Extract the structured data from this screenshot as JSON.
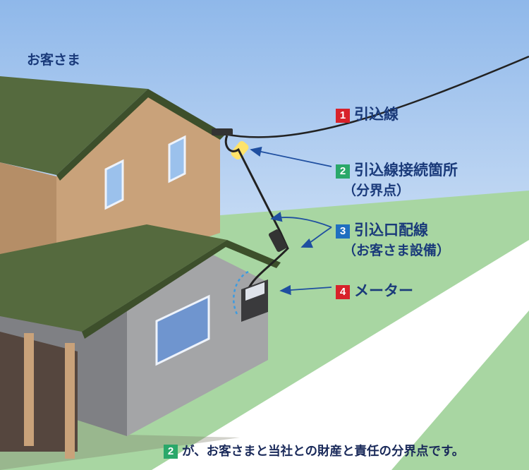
{
  "customer_label": "お客さま",
  "labels": [
    {
      "num": "1",
      "text": "引込線",
      "sub": "",
      "color": "#d8222a"
    },
    {
      "num": "2",
      "text": "引込線接続箇所",
      "sub": "（分界点）",
      "color": "#2aa86a"
    },
    {
      "num": "3",
      "text": "引込口配線",
      "sub": "（お客さま設備）",
      "color": "#1f6fc0"
    },
    {
      "num": "4",
      "text": "メーター",
      "sub": "",
      "color": "#d8222a"
    }
  ],
  "footnote": {
    "num": "2",
    "text": "が、お客さまと当社との財産と責任の分界点です。"
  },
  "colors": {
    "sky_top": "#8fb8ea",
    "grass": "#a8d6a2",
    "road": "#ffffff",
    "roof": "#556a3e",
    "upper_wall": "#c9a27a",
    "lower_wall": "#a4a5a7",
    "label_text": "#1a3a7a",
    "arrow": "#1f4fa0"
  }
}
